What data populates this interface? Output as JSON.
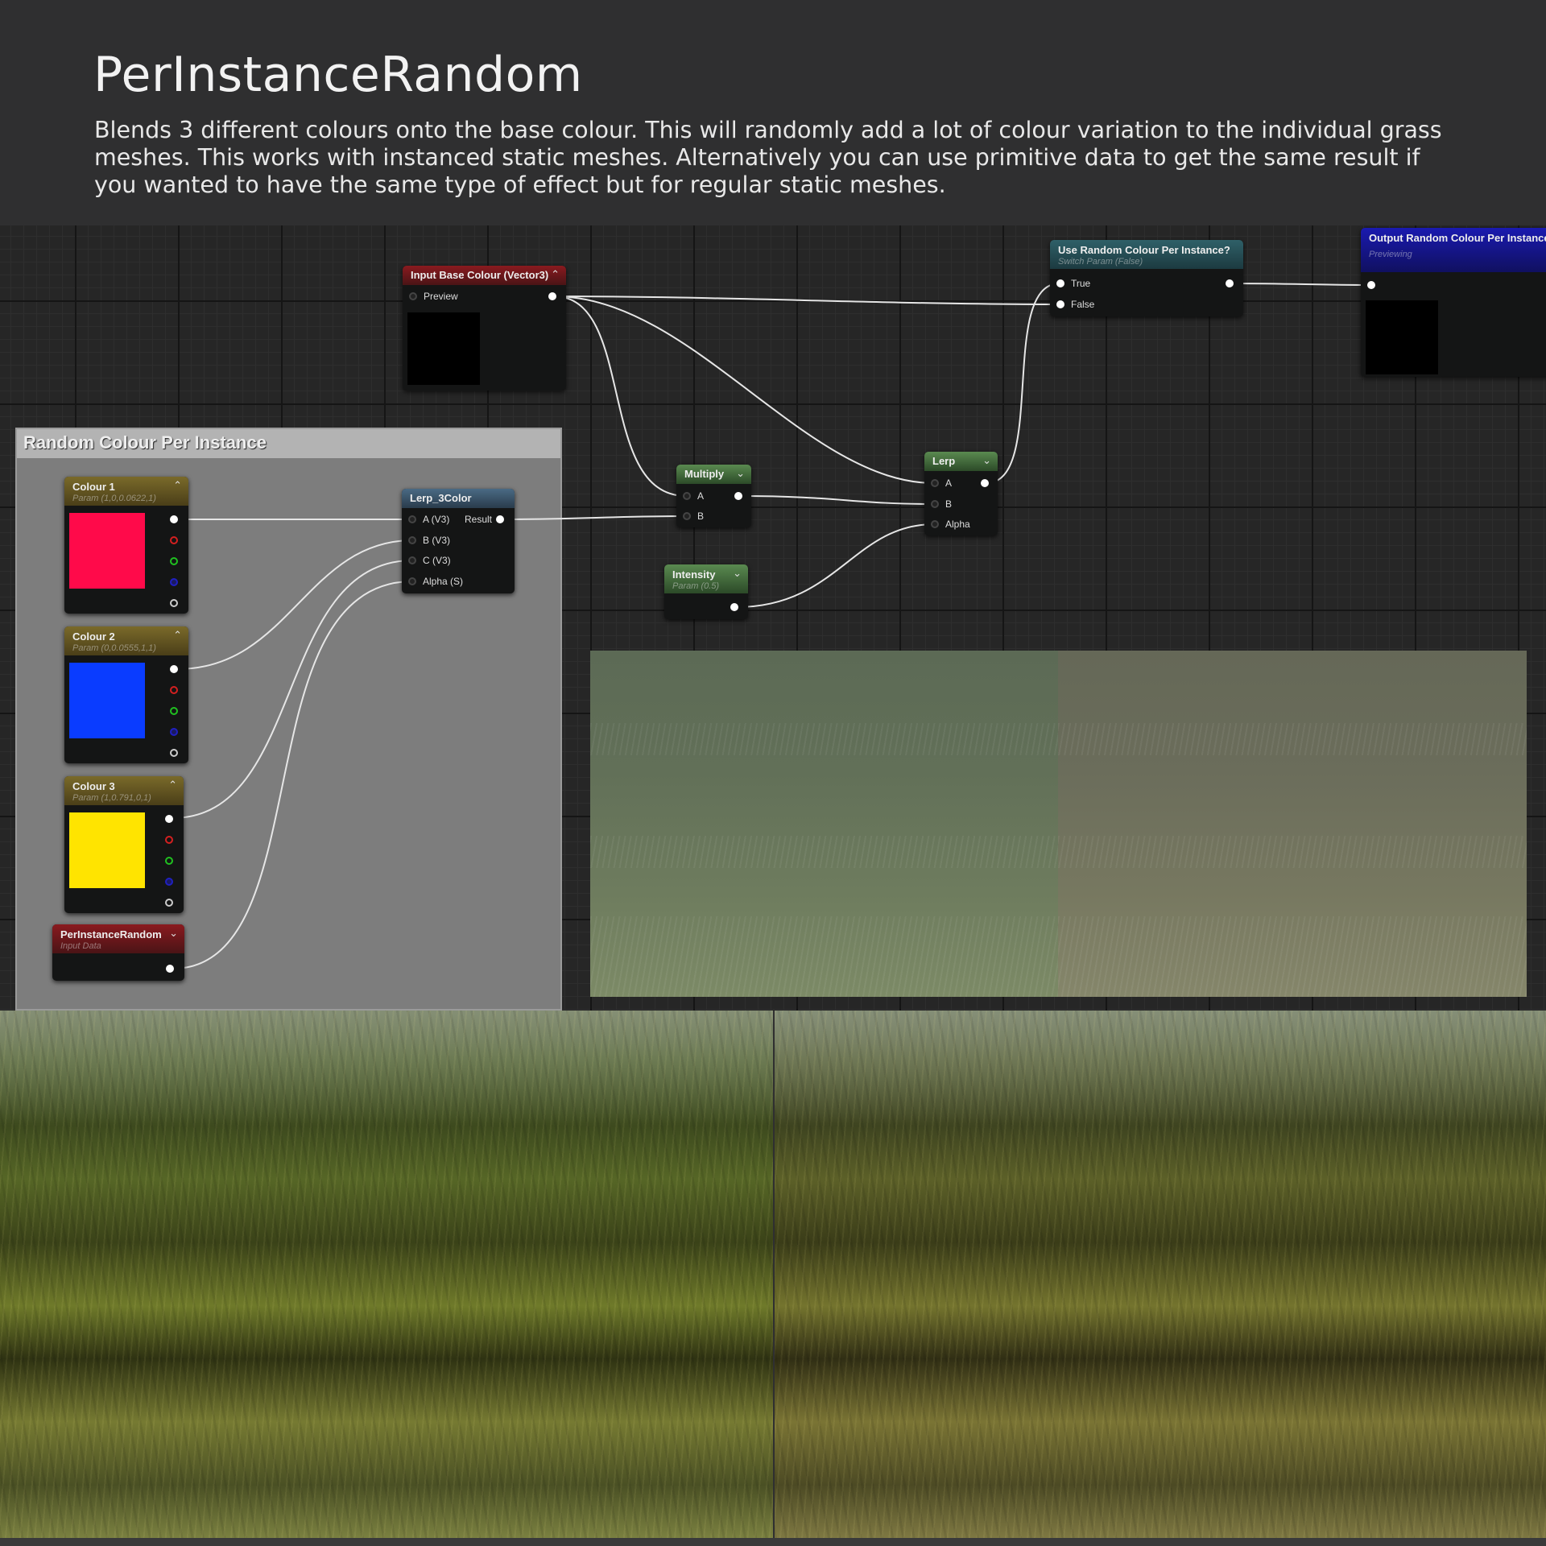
{
  "header": {
    "title": "PerInstanceRandom",
    "description": "Blends 3 different colours onto the base colour. This will randomly add a lot of colour variation to the individual grass meshes. This works with instanced static meshes. Alternatively you can use primitive data to get the same result if you wanted to have the same type of effect but for regular static meshes."
  },
  "comment": {
    "title": "Random Colour Per Instance"
  },
  "nodes": {
    "input_base": {
      "title": "Input Base Colour (Vector3)",
      "pin_preview": "Preview",
      "color": "#8a1a1f"
    },
    "colour1": {
      "title": "Colour 1",
      "sub": "Param (1,0,0.0622,1)",
      "swatch": "#ff0a4a"
    },
    "colour2": {
      "title": "Colour 2",
      "sub": "Param (0,0.0555,1,1)",
      "swatch": "#0a3cff"
    },
    "colour3": {
      "title": "Colour 3",
      "sub": "Param (1,0.791,0,1)",
      "swatch": "#ffe400"
    },
    "perinstance": {
      "title": "PerInstanceRandom",
      "sub": "Input Data"
    },
    "lerp3": {
      "title": "Lerp_3Color",
      "pin_a": "A (V3)",
      "pin_b": "B (V3)",
      "pin_c": "C (V3)",
      "pin_alpha": "Alpha (S)",
      "pin_result": "Result"
    },
    "multiply": {
      "title": "Multiply",
      "pin_a": "A",
      "pin_b": "B"
    },
    "intensity": {
      "title": "Intensity",
      "sub": "Param (0.5)"
    },
    "lerp": {
      "title": "Lerp",
      "pin_a": "A",
      "pin_b": "B",
      "pin_alpha": "Alpha"
    },
    "switch": {
      "title": "Use Random Colour Per Instance?",
      "sub": "Switch Param (False)",
      "pin_true": "True",
      "pin_false": "False"
    },
    "output": {
      "title": "Output Random Colour Per Instance",
      "sub": "Previewing"
    }
  },
  "colors": {
    "background": "#2f2f30",
    "graph_bg": "#262626",
    "wire": "#e6e6e6"
  },
  "icons": {
    "collapse": "chevron-up-icon",
    "expand": "chevron-down-icon"
  }
}
